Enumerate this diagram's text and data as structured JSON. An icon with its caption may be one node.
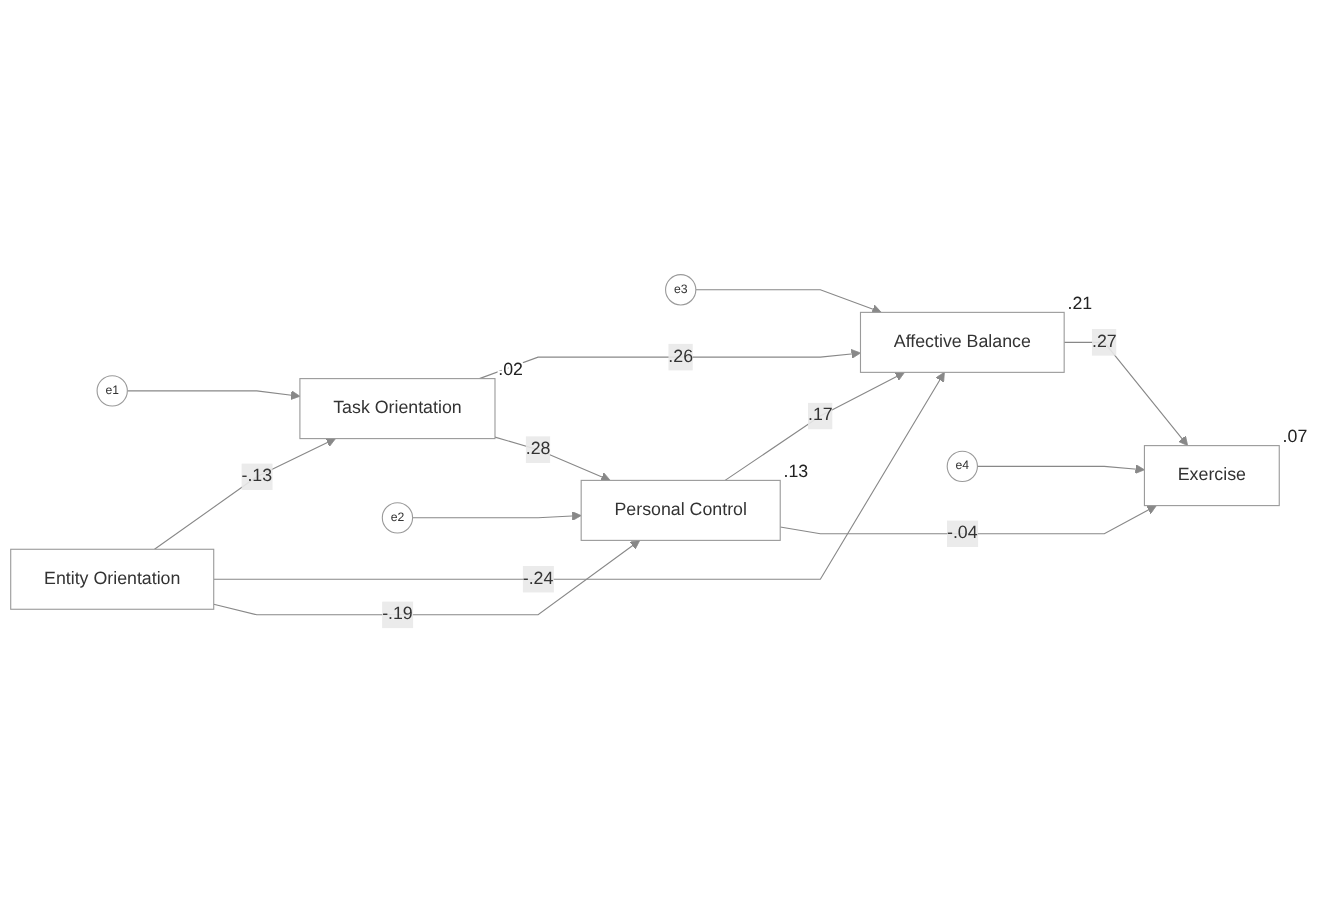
{
  "diagram": {
    "nodes": [
      {
        "text": [
          "e1"
        ]
      },
      {
        "text": [
          "e3"
        ]
      },
      {
        "text": [
          "Task Orientation"
        ],
        "beside": [
          ".02"
        ]
      },
      {
        "text": [
          "Affective Balance"
        ],
        "beside": [
          ".21"
        ]
      },
      {
        "text": [
          "Entity Orientation"
        ]
      },
      {
        "text": [
          "Exercise"
        ],
        "beside": [
          ".07"
        ]
      },
      {
        "text": [
          "e4"
        ]
      },
      {
        "text": [
          "Personal Control"
        ],
        "beside": [
          ".13"
        ]
      },
      {
        "text": [
          "e2"
        ]
      }
    ],
    "edges": [
      {
        "from": 0,
        "to": 2,
        "arrow": "to"
      },
      {
        "from": 1,
        "to": 3,
        "arrow": "to"
      },
      {
        "from": 8,
        "to": 7,
        "arrow": "to"
      },
      {
        "from": 6,
        "to": 5,
        "arrow": "to"
      },
      {
        "from": 4,
        "to": 2,
        "arrow": "to",
        "label": "-.13"
      },
      {
        "from": 4,
        "to": 3,
        "arrow": "to",
        "label": "-.24"
      },
      {
        "from": 4,
        "to": 7,
        "arrow": "to",
        "label": "-.19"
      },
      {
        "from": 2,
        "to": 3,
        "arrow": "to",
        "label": ".26"
      },
      {
        "from": 2,
        "to": 7,
        "arrow": "to",
        "label": ".28"
      },
      {
        "from": 7,
        "to": 3,
        "arrow": "to",
        "label": ".17"
      },
      {
        "from": 3,
        "to": 5,
        "arrow": "to",
        "label": ".27"
      },
      {
        "from": 7,
        "to": 5,
        "arrow": "to",
        "label": "-.04"
      }
    ]
  }
}
